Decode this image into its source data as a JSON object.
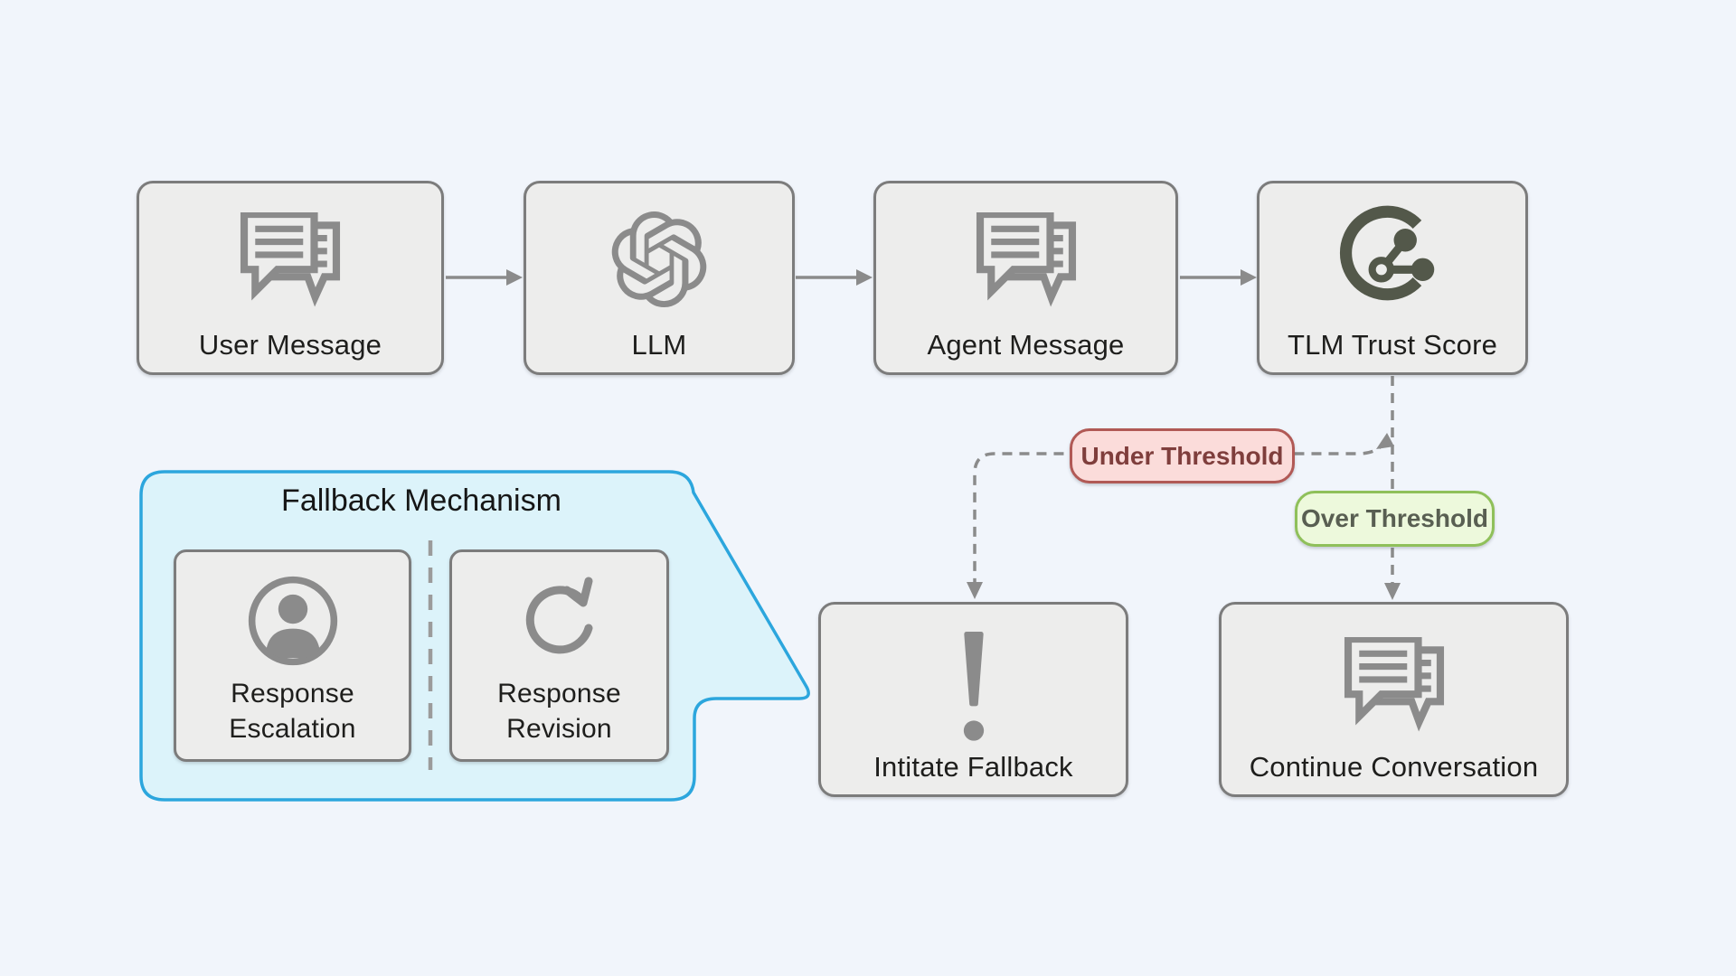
{
  "canvas": {
    "background": "#f1f5fb"
  },
  "colors": {
    "node_fill": "#ededec",
    "node_border": "#7c7c7c",
    "icon_gray": "#8b8b8b",
    "connector_gray": "#8b8b8b",
    "label_text": "#1e1e1c",
    "group_fill": "#dcf3fa",
    "group_border": "#2ca6dd",
    "under_badge_fill": "#fbdcda",
    "under_badge_border": "#b15955",
    "under_badge_text": "#7f3e3c",
    "over_badge_fill": "#edf9dc",
    "over_badge_border": "#8fc05a",
    "over_badge_text": "#595f52",
    "tlm_icon": "#53584a"
  },
  "nodes": {
    "user_message": {
      "label": "User Message",
      "icon": "chat-messages-icon"
    },
    "llm": {
      "label": "LLM",
      "icon": "openai-logo-icon"
    },
    "agent_message": {
      "label": "Agent Message",
      "icon": "chat-messages-icon"
    },
    "tlm_trust_score": {
      "label": "TLM Trust Score",
      "icon": "trust-score-network-icon"
    },
    "initiate_fallback": {
      "label": "Intitate Fallback",
      "icon": "exclamation-icon"
    },
    "continue_conversation": {
      "label": "Continue Conversation",
      "icon": "chat-messages-icon"
    },
    "response_escalation": {
      "label": "Response Escalation",
      "icon": "person-icon"
    },
    "response_revision": {
      "label": "Response Revision",
      "icon": "refresh-icon"
    }
  },
  "group": {
    "title": "Fallback Mechanism"
  },
  "badges": {
    "under_threshold": {
      "label": "Under Threshold"
    },
    "over_threshold": {
      "label": "Over Threshold"
    }
  }
}
